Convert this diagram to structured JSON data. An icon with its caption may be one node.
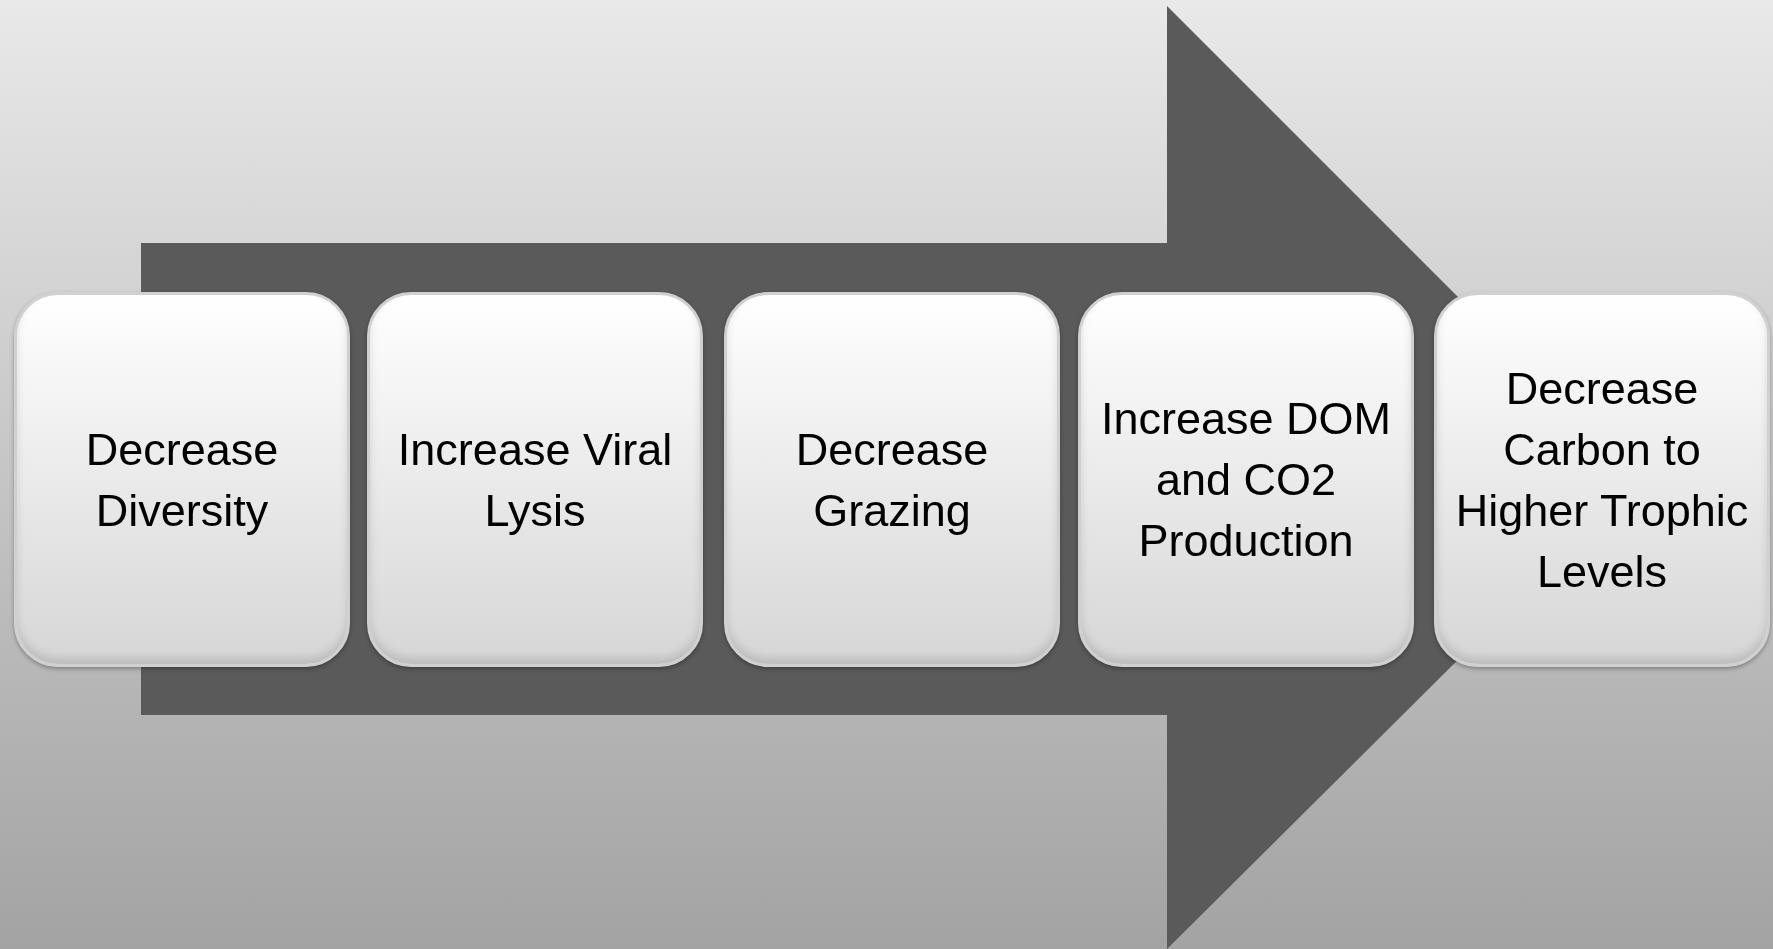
{
  "diagram": {
    "nodes": [
      {
        "text": [
          "Decrease Diversity"
        ]
      },
      {
        "text": [
          "Increase Viral Lysis"
        ]
      },
      {
        "text": [
          "Decrease Grazing"
        ]
      },
      {
        "text": [
          "Increase DOM and CO2 Production"
        ]
      },
      {
        "text": [
          "Decrease Carbon to Higher Trophic Levels"
        ]
      }
    ],
    "edges": [
      {
        "from": 0,
        "to": 4,
        "arrow": "to"
      }
    ]
  }
}
